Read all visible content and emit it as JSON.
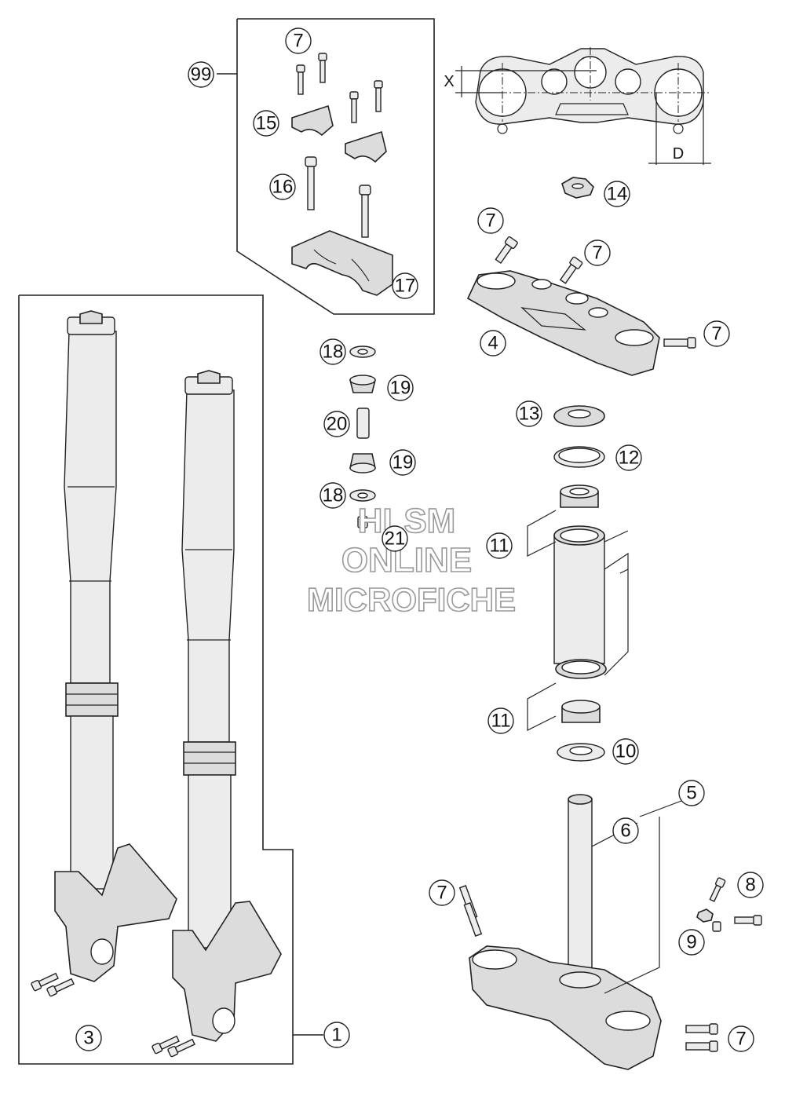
{
  "diagram": {
    "labels": {
      "n1": "1",
      "n3": "3",
      "n4": "4",
      "n5": "5",
      "n6": "6",
      "n7": "7",
      "n8": "8",
      "n9": "9",
      "n10": "10",
      "n11": "11",
      "n12": "12",
      "n13": "13",
      "n14": "14",
      "n15": "15",
      "n16": "16",
      "n17": "17",
      "n18": "18",
      "n19": "19",
      "n20": "20",
      "n21": "21",
      "n99": "99"
    },
    "dimensions": {
      "x": "X",
      "d": "D"
    },
    "watermark": {
      "line1": "HLSM",
      "line2": "ONLINE",
      "line3": "MICROFICHE"
    }
  }
}
